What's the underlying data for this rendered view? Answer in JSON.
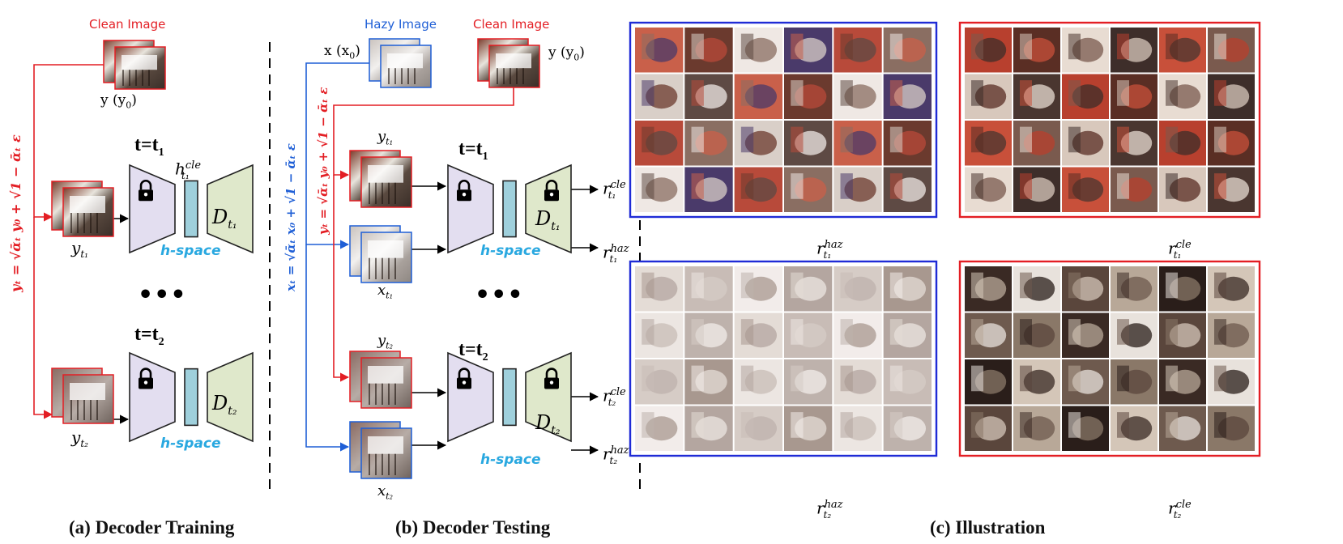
{
  "panel_a": {
    "caption": "(a) Decoder Training",
    "clean_image_label": "Clean Image",
    "y0_label": "y (y",
    "y0_sub": "0",
    "forward_eq": "yₜ = √ᾱₜ y₀ + √1 − ᾱₜ ε",
    "stage1": {
      "t_label": "t=t",
      "t_sub": "1",
      "input_label": "y",
      "input_sub": "t₁",
      "h_label": "h",
      "h_sup": "cle",
      "h_sub": "t₁",
      "decoder_label": "D",
      "decoder_sub": "t₁",
      "hspace_label": "h-space"
    },
    "ellipsis": "•••",
    "stage2": {
      "t_label": "t=t",
      "t_sub": "2",
      "input_label": "y",
      "input_sub": "t₂",
      "decoder_label": "D",
      "decoder_sub": "t₂",
      "hspace_label": "h-space"
    }
  },
  "panel_b": {
    "caption": "(b) Decoder Testing",
    "hazy_image_label": "Hazy Image",
    "clean_image_label": "Clean Image",
    "x0_label": "x (x",
    "x0_sub": "0",
    "y0_label": "y (y",
    "y0_sub": "0",
    "hazy_eq": "xₜ = √ᾱₜ x₀ + √1 − ᾱₜ ε",
    "clean_eq": "yₜ = √ᾱₜ y₀ + √1 − ᾱₜ ε",
    "stage1": {
      "t_label": "t=t",
      "t_sub": "1",
      "y_label": "y",
      "y_sub": "t₁",
      "x_label": "x",
      "x_sub": "t₁",
      "decoder_label": "D",
      "decoder_sub": "t₁",
      "hspace_label": "h-space",
      "out_cle": "r",
      "out_cle_sup": "cle",
      "out_cle_sub": "t₁",
      "out_haz": "r",
      "out_haz_sup": "haz",
      "out_haz_sub": "t₁"
    },
    "ellipsis": "•••",
    "stage2": {
      "t_label": "t=t",
      "t_sub": "2",
      "y_label": "y",
      "y_sub": "t₂",
      "x_label": "x",
      "x_sub": "t₂",
      "decoder_label": "D",
      "decoder_sub": "t₂",
      "hspace_label": "h-space",
      "out_cle": "r",
      "out_cle_sup": "cle",
      "out_cle_sub": "t₂",
      "out_haz": "r",
      "out_haz_sup": "haz",
      "out_haz_sub": "t₂"
    }
  },
  "panel_c": {
    "caption": "(c) Illustration",
    "grids": [
      {
        "label": "r",
        "sup": "haz",
        "sub": "t₁",
        "frame": "#1f2bd6",
        "style": "haz1"
      },
      {
        "label": "r",
        "sup": "cle",
        "sub": "t₁",
        "frame": "#e31e24",
        "style": "cle1"
      },
      {
        "label": "r",
        "sup": "haz",
        "sub": "t₂",
        "frame": "#1f2bd6",
        "style": "haz2"
      },
      {
        "label": "r",
        "sup": "cle",
        "sub": "t₂",
        "frame": "#e31e24",
        "style": "cle2"
      }
    ]
  },
  "colors": {
    "clean": "#e31e24",
    "hazy": "#1f5fd6",
    "encoder_fill": "#e3def0",
    "decoder_fill": "#dfe8cb",
    "bottleneck_fill": "#9fd0dc",
    "hspace": "#29a8e0"
  },
  "icons": [
    "lock-icon"
  ]
}
